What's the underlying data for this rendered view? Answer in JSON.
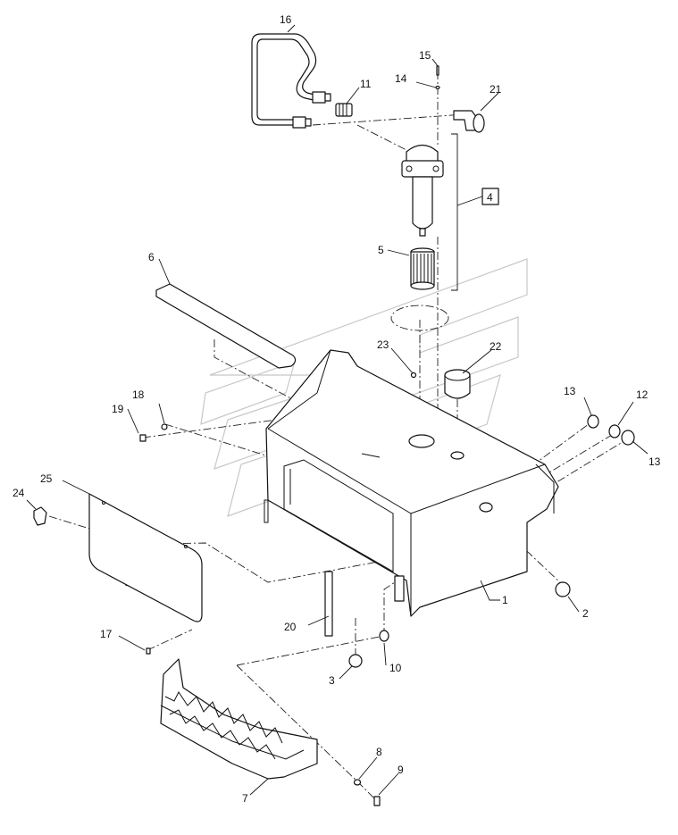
{
  "callouts": {
    "c1": "1",
    "c2": "2",
    "c3": "3",
    "c4": "4",
    "c5": "5",
    "c6": "6",
    "c7": "7",
    "c8": "8",
    "c9": "9",
    "c10": "10",
    "c11": "11",
    "c12": "12",
    "c13a": "13",
    "c13b": "13",
    "c14": "14",
    "c15": "15",
    "c16": "16",
    "c17": "17",
    "c18": "18",
    "c19": "19",
    "c20": "20",
    "c21": "21",
    "c22": "22",
    "c23": "23",
    "c24": "24",
    "c25": "25"
  },
  "colors": {
    "line": "#111111",
    "watermark": "#c8c8c8",
    "background": "#ffffff"
  }
}
